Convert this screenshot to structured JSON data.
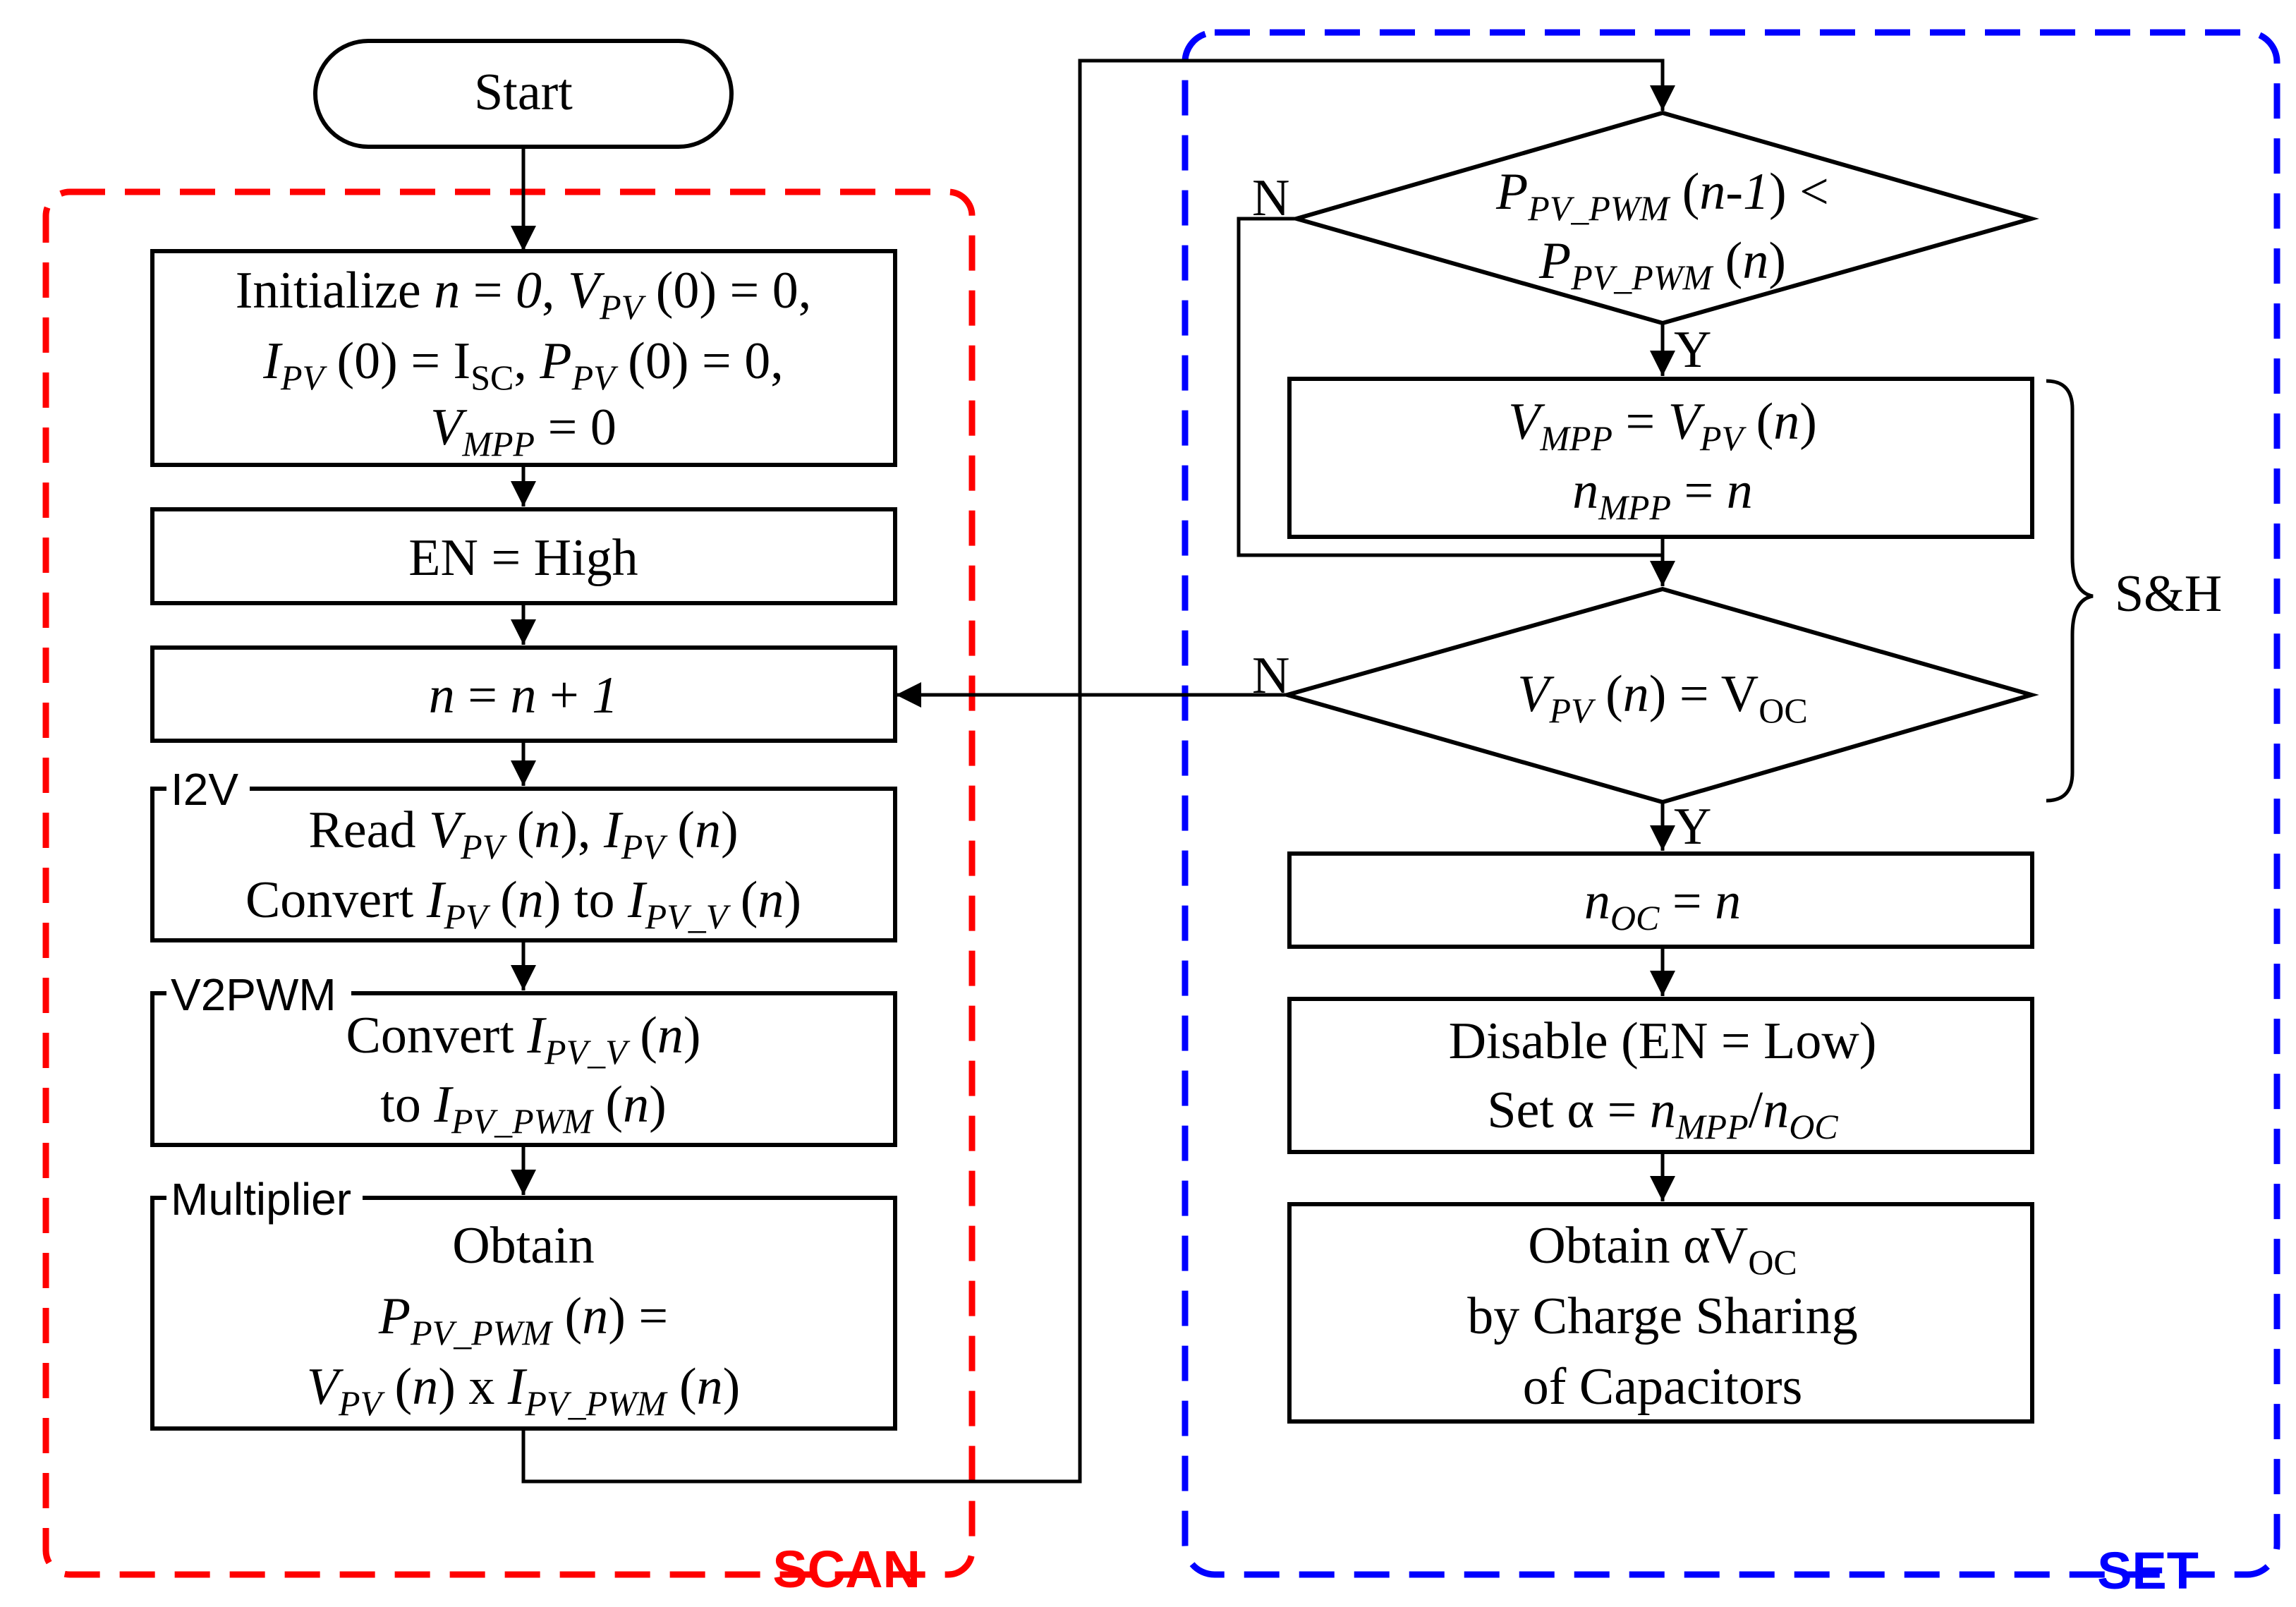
{
  "start": "Start",
  "groups": {
    "scan": {
      "label": "SCAN",
      "color": "#ff0000"
    },
    "set": {
      "label": "SET",
      "color": "#0000ff"
    },
    "sh": {
      "label": "S&H"
    }
  },
  "blocks": {
    "i2v": "I2V",
    "v2pwm": "V2PWM",
    "multiplier": "Multiplier"
  },
  "branch": {
    "yes": "Y",
    "no": "N"
  },
  "scan_steps": {
    "init": {
      "line1": {
        "a": "Initialize ",
        "n": "n",
        "b": " = ",
        "zero": "0",
        "c": ", ",
        "v": "V",
        "vsub": "PV",
        "d": " (0) = 0,"
      },
      "line2": {
        "i": "I",
        "isub": "PV",
        "a": " (0) = I",
        "scsub": "SC",
        "b": ", ",
        "p": "P",
        "psub": "PV",
        "c": " (0) = 0,"
      },
      "line3": {
        "v": "V",
        "vsub": "MPP",
        "a": " = 0"
      }
    },
    "enable": "EN = High",
    "increment": {
      "n1": "n",
      "eq": " = ",
      "n2": "n",
      "plus": " + ",
      "one": "1"
    },
    "read": {
      "line1": {
        "a": "Read ",
        "v": "V",
        "vsub": "PV",
        "p1": " (",
        "n1": "n",
        "p2": "), ",
        "i": "I",
        "isub": "PV",
        "p3": " (",
        "n2": "n",
        "p4": ")"
      },
      "line2": {
        "a": "Convert ",
        "i": "I",
        "isub": "PV",
        "p1": " (",
        "n1": "n",
        "p2": ") to ",
        "i2": "I",
        "i2sub": "PV_V",
        "p3": " (",
        "n2": "n",
        "p4": ")"
      }
    },
    "convert": {
      "line1": {
        "a": "Convert ",
        "i": "I",
        "isub": "PV_V",
        "p1": " (",
        "n": "n",
        "p2": ")"
      },
      "line2": {
        "a": "to ",
        "i": "I",
        "isub": "PV_PWM",
        "p1": " (",
        "n": "n",
        "p2": ")"
      }
    },
    "obtain": {
      "line1": "Obtain",
      "line2": {
        "p": "P",
        "psub": "PV_PWM",
        "p1": " (",
        "n": "n",
        "p2": ") ="
      },
      "line3": {
        "v": "V",
        "vsub": "PV",
        "p1": " (",
        "n1": "n",
        "p2": ") x ",
        "i": "I",
        "isub": "PV_PWM",
        "p3": " (",
        "n2": "n",
        "p4": ")"
      }
    }
  },
  "set_steps": {
    "compare": {
      "line1": {
        "p": "P",
        "psub": "PV_PWM",
        "p1": " (",
        "n": "n-1",
        "p2": ") <"
      },
      "line2": {
        "p": "P",
        "psub": "PV_PWM",
        "p1": " (",
        "n": "n",
        "p2": ")"
      }
    },
    "store": {
      "line1": {
        "v": "V",
        "vsub": "MPP",
        "eq": " = ",
        "v2": "V",
        "v2sub": "PV",
        "p1": " (",
        "n": "n",
        "p2": ")"
      },
      "line2": {
        "n1": "n",
        "n1sub": "MPP",
        "eq": " = ",
        "n2": "n"
      }
    },
    "check": {
      "v": "V",
      "vsub": "PV",
      "p1": " (",
      "n": "n",
      "p2": ") = V",
      "ocsub": "OC"
    },
    "record": {
      "n1": "n",
      "n1sub": "OC",
      "eq": " = ",
      "n2": "n"
    },
    "disable": {
      "line1": "Disable (EN = Low)",
      "line2": {
        "a": "Set α = ",
        "n1": "n",
        "n1sub": "MPP",
        "slash": "/",
        "n2": "n",
        "n2sub": "OC"
      }
    },
    "final": {
      "line1": {
        "a": "Obtain αV",
        "ocsub": "OC"
      },
      "line2": "by Charge Sharing",
      "line3": "of Capacitors"
    }
  }
}
